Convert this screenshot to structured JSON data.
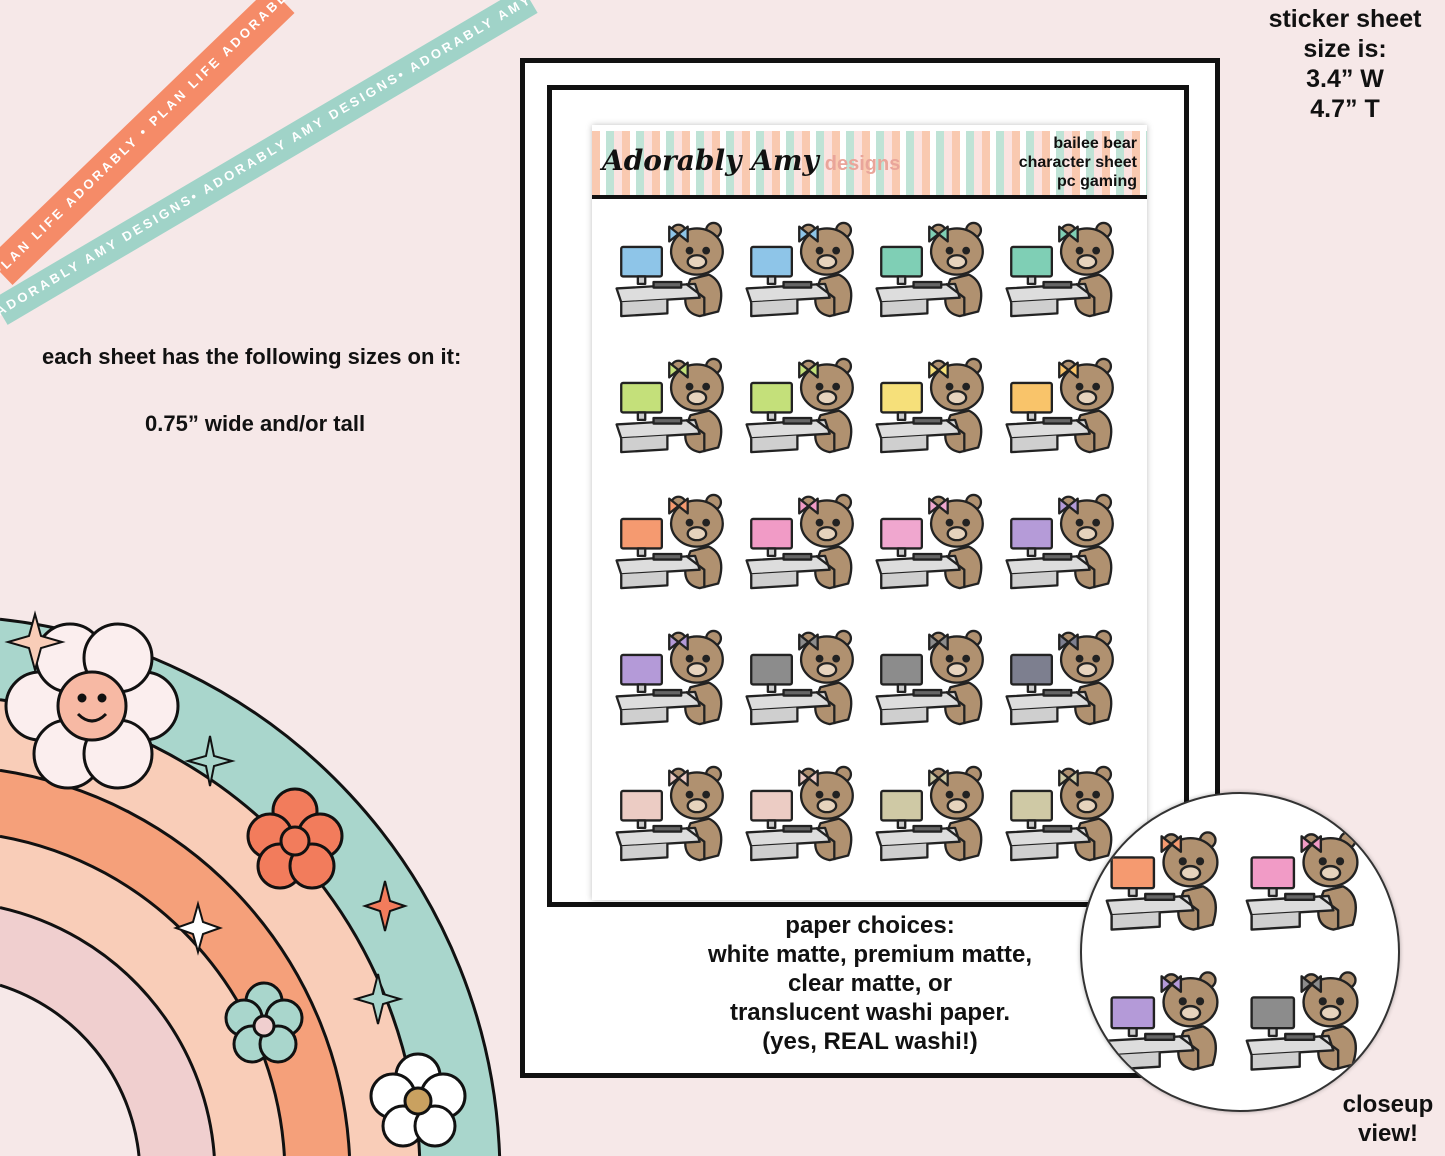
{
  "ribbons": {
    "orange_text": "PLAN LIFE ADORABLY • PLAN LIFE ADORABLY • PLAN LIFE ADORABLY",
    "teal_text": "ADORABLY AMY DESIGNS• ADORABLY AMY DESIGNS• ADORABLY AMY DESIGNS",
    "orange_color": "#f58b68",
    "teal_color": "#a0d3c8"
  },
  "sizes": {
    "intro": "each sheet has the following sizes on it:",
    "size": "0.75” wide and/or tall"
  },
  "sheet_size": {
    "line1": "sticker sheet",
    "line2": "size is:",
    "line3": "3.4” W",
    "line4": "4.7” T"
  },
  "header": {
    "logo": "Adorably Amy",
    "logo_sub": "designs",
    "line1": "bailee bear",
    "line2": "character sheet",
    "line3": "pc gaming"
  },
  "stickers": {
    "monitor_colors": [
      "#8ec5e8",
      "#8ec5e8",
      "#7fcfb5",
      "#7fcfb5",
      "#c4e07a",
      "#c4e07a",
      "#f6e07a",
      "#f9c46a",
      "#f59a70",
      "#f19bc6",
      "#f0a7cf",
      "#b59bd8",
      "#b49ad8",
      "#8c8c8c",
      "#8c8c8c",
      "#7d7f8f",
      "#ecccc4",
      "#ecccc4",
      "#cfc9a5",
      "#cfc9a5"
    ]
  },
  "closeup": {
    "monitor_colors": [
      "#f59a70",
      "#f19bc6",
      "#b49ad8",
      "#8c8c8c"
    ],
    "line1": "closeup",
    "line2": "view!"
  },
  "paper": {
    "line1": "paper choices:",
    "line2": "white matte, premium matte,",
    "line3": "clear matte, or",
    "line4": "translucent washi paper.",
    "line5": "(yes, REAL washi!)"
  }
}
